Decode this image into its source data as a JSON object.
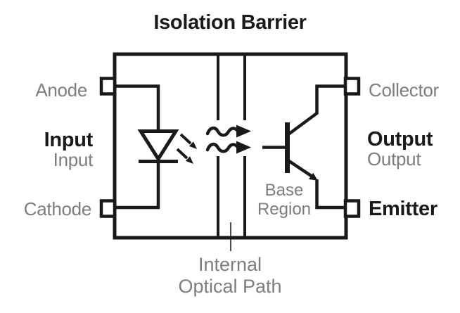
{
  "title": "Isolation Barrier",
  "labels": {
    "anode": "Anode",
    "cathode": "Cathode",
    "collector": "Collector",
    "emitter": "Emitter",
    "input_primary": "Input",
    "input_secondary": "Input",
    "output_primary": "Output",
    "output_secondary": "Output",
    "base_region_line1": "Base",
    "base_region_line2": "Region",
    "optical_path_line1": "Internal",
    "optical_path_line2": "Optical Path"
  },
  "icons": {
    "led": "led-diode-symbol",
    "transistor": "phototransistor-symbol",
    "light": "light-wave-arrows",
    "emission": "led-emission-arrows",
    "pins": "package-pin-squares",
    "barrier": "isolation-barrier-lines"
  },
  "colors": {
    "line": "#1a1a1a",
    "text-primary": "#1a1a1a",
    "text-secondary": "#7d7d7b",
    "background": "#ffffff",
    "leader": "#3c3c3c"
  }
}
